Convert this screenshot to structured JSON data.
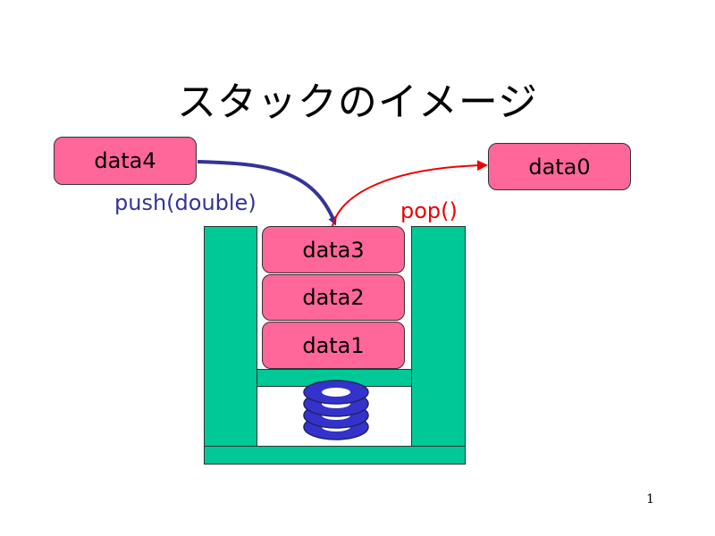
{
  "title": "スタックのイメージ",
  "items": {
    "data4": "data4",
    "data0": "data0",
    "data3": "data3",
    "data2": "data2",
    "data1": "data1"
  },
  "labels": {
    "push": "push(double)",
    "pop": "pop()"
  },
  "colors": {
    "box_fill": "#ff6699",
    "container_fill": "#00c896",
    "spring_fill": "#3333cc",
    "push_color": "#333399",
    "pop_color": "#ee0000"
  },
  "icons": {
    "spring": "spring-icon",
    "push_arrow": "arrow-icon",
    "pop_arrow": "arrow-icon"
  },
  "page_number": "1"
}
